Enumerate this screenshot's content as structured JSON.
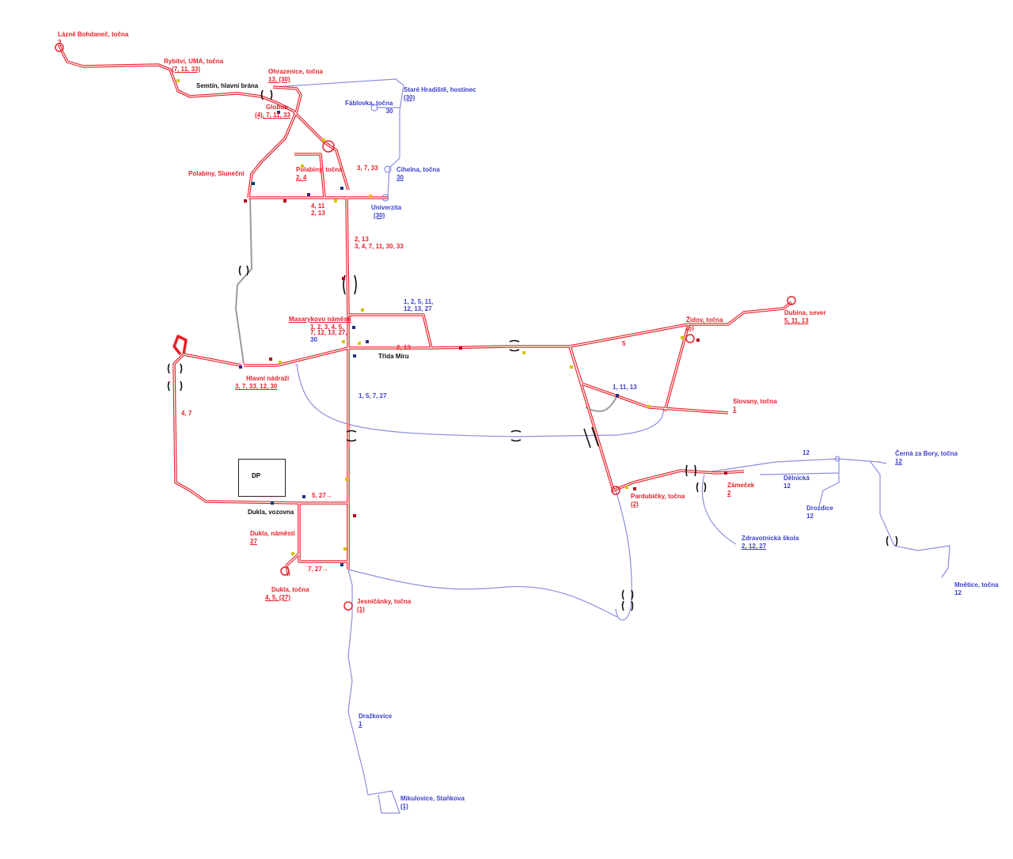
{
  "colors": {
    "tram": "#f07a7a",
    "tram_stroke": "#e8202a",
    "bus": "#8a8fe0",
    "service": "#8c8c8c",
    "stop_tram": "#d6c400",
    "stop_bus": "#203080",
    "stop_red": "#b00020"
  },
  "depot": {
    "label": "DP"
  },
  "stops": [
    {
      "name": "Lázně Bohdaneč, točna",
      "lines": "3",
      "cls": "red"
    },
    {
      "name": "Rybitví, UMA, točna",
      "lines": "(7, 11, 33)",
      "cls": "red"
    },
    {
      "name": "Ohrazenice, točna",
      "lines": "13, (30)",
      "cls": "red"
    },
    {
      "name": "Semtín, hlavní brána",
      "lines": "",
      "cls": "black"
    },
    {
      "name": "Staré Hradiště, hostinec",
      "lines": "(30)",
      "cls": "blue"
    },
    {
      "name": "Fáblovka, točna",
      "lines": "30",
      "cls": "blue"
    },
    {
      "name": "Globus",
      "lines": "(4), 7, 11, 33",
      "cls": "red"
    },
    {
      "name": "Polabiny, točna",
      "lines": "2, 4",
      "cls": "red"
    },
    {
      "name": "Polabiny, Sluneční",
      "lines": "",
      "cls": "red"
    },
    {
      "name": "Cihelna, točna",
      "lines": "30",
      "cls": "blue"
    },
    {
      "name": "Univerzita",
      "lines": "(30)",
      "cls": "blue"
    },
    {
      "name": "Masarykovo náměstí",
      "lines": "1, 2, 3, 4, 5,",
      "cls": "red"
    },
    {
      "name": "Třída Míru",
      "lines": "",
      "cls": "black"
    },
    {
      "name": "Hlavní nádraží",
      "lines": "3, 7, 33, 12, 30",
      "cls": "red"
    },
    {
      "name": "Dubina, sever",
      "lines": "5, 11, 13",
      "cls": "red"
    },
    {
      "name": "Židov, točna",
      "lines": "(5)",
      "cls": "red"
    },
    {
      "name": "Slovany, točna",
      "lines": "1",
      "cls": "red"
    },
    {
      "name": "Černá za Bory, točna",
      "lines": "12",
      "cls": "blue"
    },
    {
      "name": "Dělnická",
      "lines": "12",
      "cls": "blue"
    },
    {
      "name": "Zámeček",
      "lines": "2",
      "cls": "red"
    },
    {
      "name": "Pardubičky, točna",
      "lines": "(2)",
      "cls": "red"
    },
    {
      "name": "Drozdice",
      "lines": "12",
      "cls": "blue"
    },
    {
      "name": "Zdravotnická škola",
      "lines": "2, 12, 27",
      "cls": "blue"
    },
    {
      "name": "Mnětice, točna",
      "lines": "12",
      "cls": "blue"
    },
    {
      "name": "Dukla, vozovna",
      "lines": "",
      "cls": "black"
    },
    {
      "name": "Dukla, náměstí",
      "lines": "27",
      "cls": "red"
    },
    {
      "name": "Dukla, točna",
      "lines": "4, 5, (27)",
      "cls": "red"
    },
    {
      "name": "Jesničánky, točna",
      "lines": "(1)",
      "cls": "red"
    },
    {
      "name": "Dražkovice",
      "lines": "1",
      "cls": "blue"
    },
    {
      "name": "Mikulovice, Staňkova",
      "lines": "(1)",
      "cls": "blue"
    }
  ],
  "segment_labels": [
    {
      "text": "3, 7, 33",
      "cls": "red"
    },
    {
      "text": "4, 11",
      "cls": "red"
    },
    {
      "text": "2, 13",
      "cls": "red"
    },
    {
      "text": "2, 13",
      "cls": "red"
    },
    {
      "text": "3, 4, 7, 11, 30, 33",
      "cls": "red"
    },
    {
      "text": "1, 2, 5, 11,",
      "cls": "blue"
    },
    {
      "text": "12, 13, 27",
      "cls": "blue"
    },
    {
      "text": "7, 12, 13, 27,",
      "cls": "red"
    },
    {
      "text": "30",
      "cls": "blue"
    },
    {
      "text": "2, 13",
      "cls": "red"
    },
    {
      "text": "5",
      "cls": "red"
    },
    {
      "text": "1, 11, 13",
      "cls": "blue"
    },
    {
      "text": "1, 5, 7, 27",
      "cls": "blue"
    },
    {
      "text": "4, 7",
      "cls": "red"
    },
    {
      "text": "5, 27→",
      "cls": "red"
    },
    {
      "text": "7, 27→",
      "cls": "red"
    },
    {
      "text": "12",
      "cls": "blue"
    }
  ]
}
